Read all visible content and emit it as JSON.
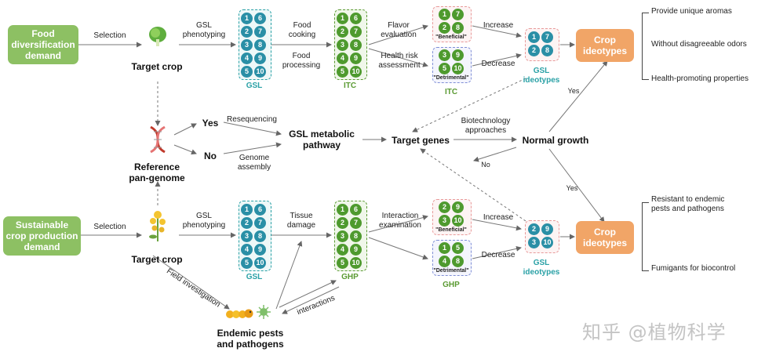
{
  "inputs": {
    "food": "Food\ndiversification\ndemand",
    "sustainable": "Sustainable\ncrop production\ndemand"
  },
  "labels": {
    "selection_top": "Selection",
    "selection_bottom": "Selection",
    "target_crop_top": "Target crop",
    "target_crop_bottom": "Target crop",
    "gsl_pheno_top": "GSL\nphenotyping",
    "gsl_pheno_bottom": "GSL\nphenotyping",
    "gsl_top": "GSL",
    "gsl_bottom": "GSL",
    "food_cooking": "Food\ncooking",
    "food_processing": "Food\nprocessing",
    "itc": "ITC",
    "itc2": "ITC",
    "flavor": "Flavor\nevaluation",
    "health_risk": "Health risk\nassessment",
    "beneficial": "\"Beneficial\"",
    "detrimental": "\"Detrimental\"",
    "beneficial2": "\"Beneficial\"",
    "detrimental2": "\"Detrimental\"",
    "increase_top": "Increase",
    "decrease_top": "Decrease",
    "increase_bottom": "Increase",
    "decrease_bottom": "Decrease",
    "gsl_ideotypes_top": "GSL\nideotypes",
    "gsl_ideotypes_bottom": "GSL\nideotypes",
    "crop_ideotypes_top": "Crop\nideotypes",
    "crop_ideotypes_bottom": "Crop\nideotypes",
    "reference": "Reference\npan-genome",
    "yes": "Yes",
    "no": "No",
    "resequencing": "Resequencing",
    "genome_assembly": "Genome\nassembly",
    "pathway": "GSL metabolic\npathway",
    "target_genes": "Target genes",
    "biotech": "Biotechnology\napproaches",
    "normal_growth": "Normal growth",
    "no_small": "No",
    "yes_top": "Yes",
    "yes_bottom": "Yes",
    "tissue_damage": "Tissue\ndamage",
    "ghp": "GHP",
    "ghp2": "GHP",
    "interaction_exam": "Interaction\nexamination",
    "field_investigation": "Field investigation",
    "interactions": "interactions",
    "pests": "Endemic pests\nand pathogens"
  },
  "outcomes_top": [
    "Provide unique aromas",
    "Without disagreeable odors",
    "Health-promoting properties"
  ],
  "outcomes_bottom": [
    "Resistant to endemic\npests and pathogens",
    "Fumigants for biocontrol"
  ],
  "grid_numbers": [
    [
      "1",
      "6"
    ],
    [
      "2",
      "7"
    ],
    [
      "3",
      "8"
    ],
    [
      "4",
      "9"
    ],
    [
      "5",
      "10"
    ]
  ],
  "sets": {
    "beneficial_top": [
      "1",
      "7",
      "2",
      "8"
    ],
    "detrimental_top": [
      "3",
      "9",
      "5",
      "10"
    ],
    "ideotype_top": [
      "1",
      "7",
      "2",
      "8"
    ],
    "beneficial_bottom": [
      "2",
      "9",
      "3",
      "10"
    ],
    "detrimental_bottom": [
      "1",
      "5",
      "4",
      "8"
    ],
    "ideotype_bottom": [
      "2",
      "9",
      "3",
      "10"
    ]
  },
  "watermark": "知乎 @植物科学",
  "colors": {
    "green_box": "#8dc063",
    "orange_box": "#f1a567",
    "teal": "#2a8fa6",
    "green": "#4e9a2e"
  }
}
